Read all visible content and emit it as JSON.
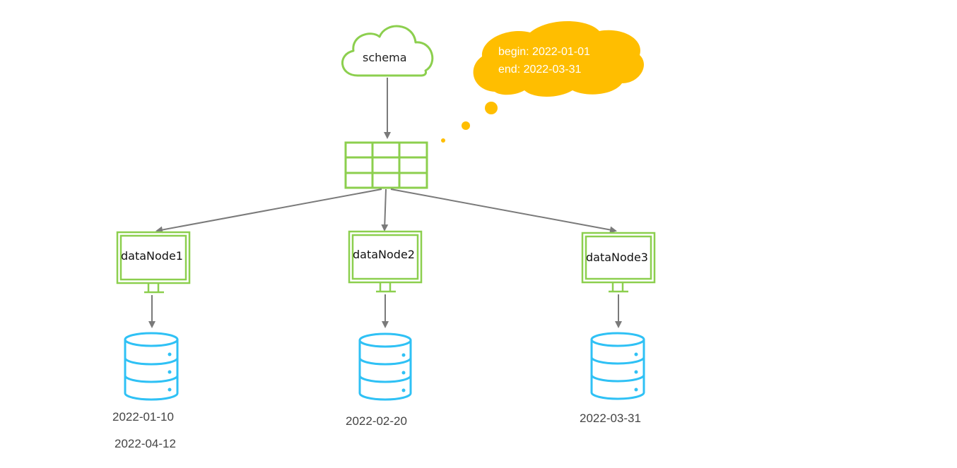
{
  "schema": {
    "label": "schema"
  },
  "range_bubble": {
    "begin_line": "begin: 2022-01-01",
    "end_line": "end: 2022-03-31"
  },
  "nodes": [
    {
      "label": "dataNode1",
      "dates": [
        "2022-01-10",
        "2022-04-12"
      ]
    },
    {
      "label": "dataNode2",
      "dates": [
        "2022-02-20"
      ]
    },
    {
      "label": "dataNode3",
      "dates": [
        "2022-03-31"
      ]
    }
  ],
  "colors": {
    "green": "#8ccf4e",
    "blue": "#2fc1f5",
    "gold": "#ffbe00",
    "arrow": "#7a7a7a"
  },
  "icons": {
    "schema": "cloud-icon",
    "table": "table-grid-icon",
    "node": "monitor-icon",
    "storage": "database-icon"
  }
}
